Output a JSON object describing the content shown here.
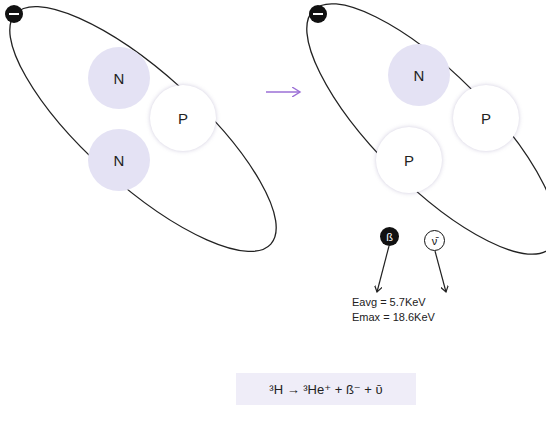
{
  "diagram": {
    "nodes": [
      {
        "text": [
          "N"
        ]
      },
      {
        "text": [
          "P"
        ]
      },
      {
        "text": [
          "N"
        ]
      },
      {
        "text": [
          "N"
        ]
      },
      {
        "text": [
          "P"
        ]
      },
      {
        "text": [
          "P"
        ]
      },
      {
        "text": [
          "ß"
        ]
      },
      {
        "text": [
          "ν̄"
        ]
      },
      {
        "text": [
          "³H → ³He⁺ + ß⁻ + ῡ"
        ]
      }
    ],
    "labels": [
      "Eavg = 5.7KeV",
      "Emax = 18.6KeV"
    ]
  }
}
